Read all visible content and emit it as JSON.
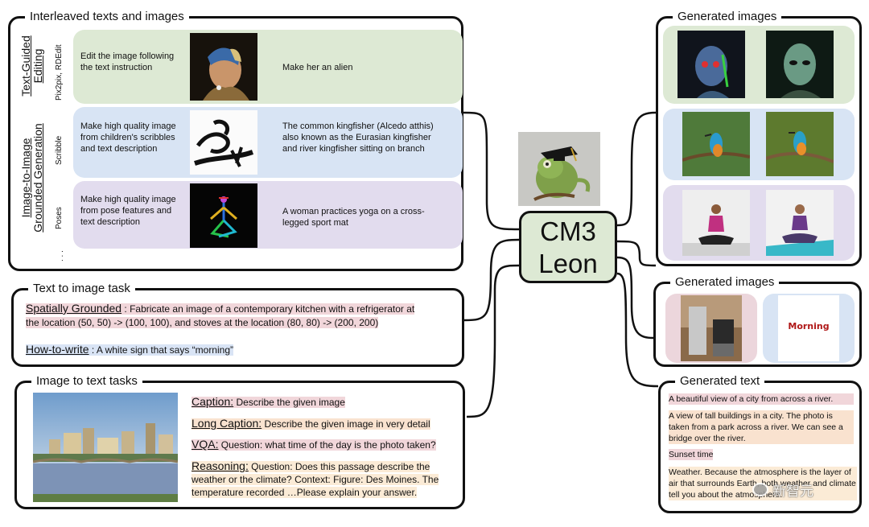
{
  "interleaved": {
    "title": "Interleaved texts and images",
    "group1_label": "Text-Guided Editing",
    "group1_sublabel": "Pix2pix, RDEdit",
    "group2_label": "Image-to-Image Grounded Generation",
    "scribble_label": "Scribble",
    "poses_label": "Poses",
    "ellipsis": ". . .",
    "rows": [
      {
        "left": "Edit the image following the text instruction",
        "right": "Make her an alien"
      },
      {
        "left": "Make high quality image from children's scribbles and text description",
        "right": "The common kingfisher (Alcedo atthis) also known as the Eurasian kingfisher and river kingfisher sitting on branch"
      },
      {
        "left": "Make high quality image from pose features and text description",
        "right": "A woman practices yoga on a cross-legged sport mat"
      }
    ]
  },
  "text_to_image": {
    "title": "Text to image task",
    "item1_key": "Spatially Grounded",
    "item1_text": " : Fabricate an image of a contemporary kitchen with a refrigerator at",
    "item1_text2": "the location (50, 50) -> (100, 100), and stoves at the location (80, 80) -> (200, 200)",
    "item2_key": "How-to-write",
    "item2_text": " : A white sign that says “morning”"
  },
  "image_to_text": {
    "title": "Image to text tasks",
    "caption_key": "Caption:",
    "caption_text": " Describe the given image",
    "long_key": "Long Caption:",
    "long_text": " Describe the given image in very detail",
    "vqa_key": "VQA:",
    "vqa_text": " Question: what time of the day is the photo taken?",
    "reason_key": "Reasoning:",
    "reason_text1": " Question: Does this passage describe the",
    "reason_text2": "weather or the climate? Context: Figure: Des Moines. The",
    "reason_text3": "temperature recorded …Please explain your answer."
  },
  "center": {
    "line1": "CM3",
    "line2": "Leon"
  },
  "generated_images_1": {
    "title": "Generated images"
  },
  "generated_images_2": {
    "title": "Generated images",
    "sign_text": "Morning"
  },
  "generated_text": {
    "title": "Generated text",
    "t1": "A beautiful view of a city from across a river.",
    "t2": "A view of tall buildings in a city. The photo is taken from a park across a river. We can see a bridge over the river.",
    "t3": "Sunset time",
    "t4": "Weather. Because the atmosphere is the layer of air that surrounds Earth, both weather and climate tell you about the atmosphere."
  },
  "watermark": "新智元",
  "colors": {
    "green": "#dde9d4",
    "blue": "#d8e4f4",
    "purple": "#e2dcee",
    "pink": "#ecd6dc",
    "orange": "#f9e2cf",
    "border": "#111111"
  },
  "icons": [
    "painting-thumbnail",
    "scribble-thumbnail",
    "pose-thumbnail",
    "chameleon-mascot",
    "alien-portrait",
    "kingfisher-photo",
    "yoga-photo",
    "kitchen-photo",
    "sign-photo",
    "city-river-photo",
    "wechat-logo"
  ]
}
